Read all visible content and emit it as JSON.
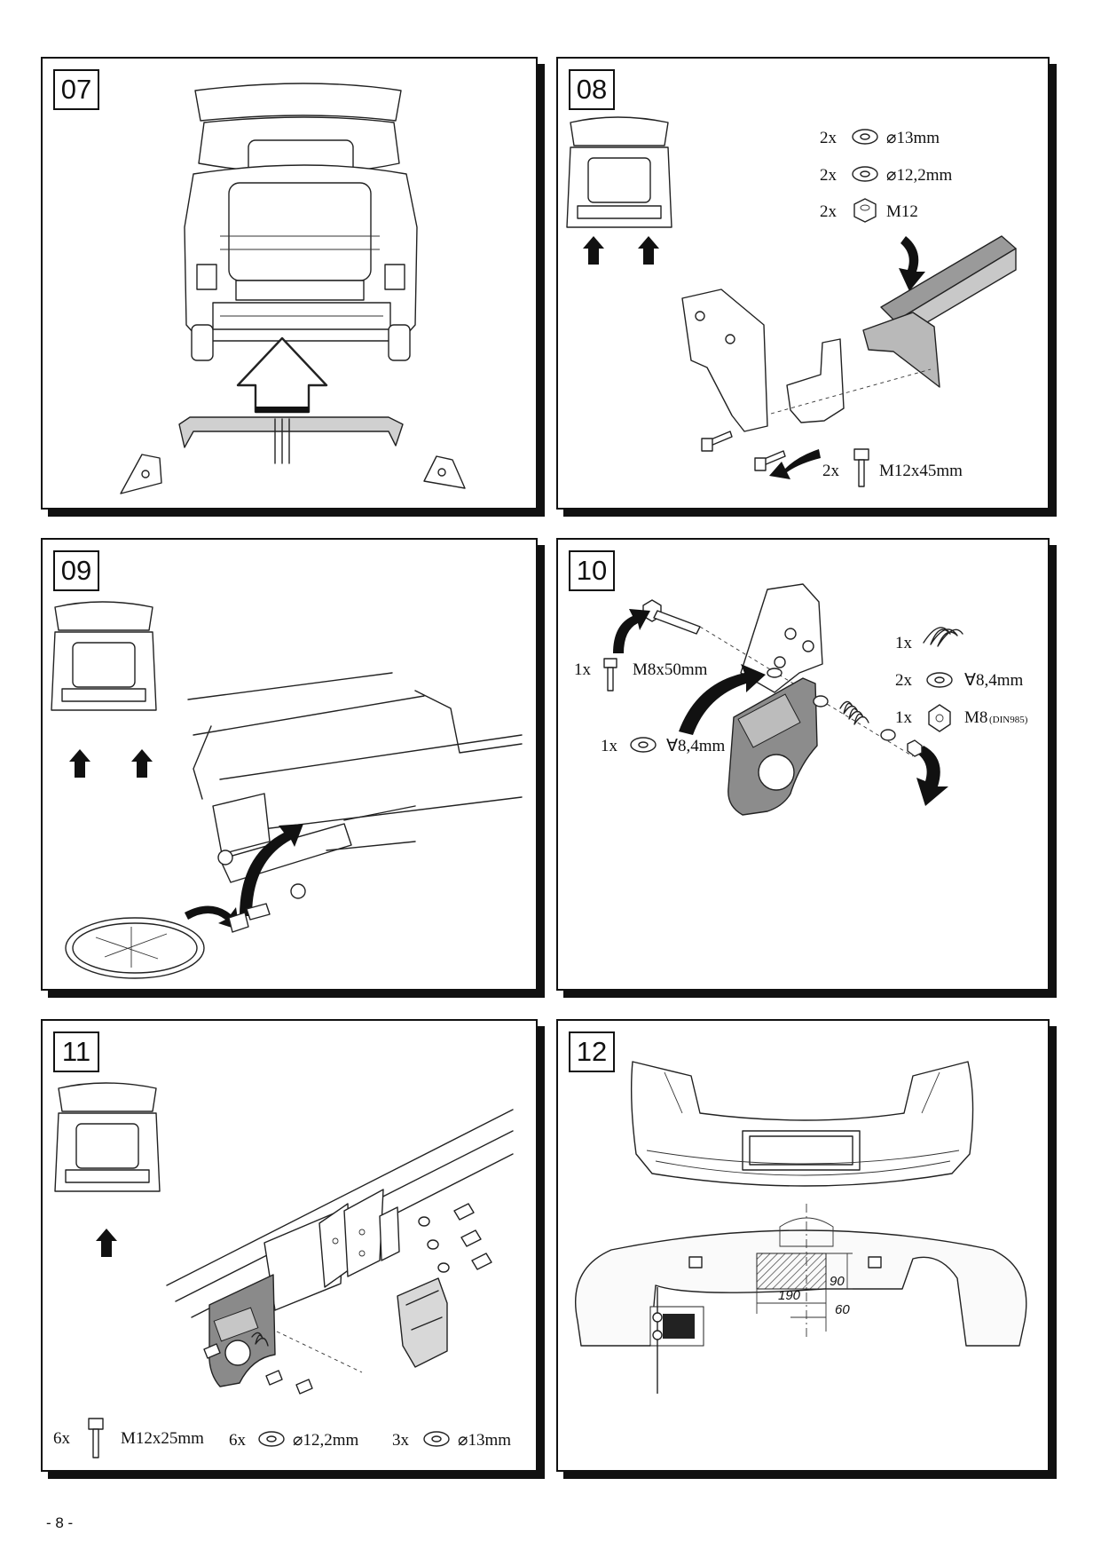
{
  "panels": [
    {
      "number": "07"
    },
    {
      "number": "08",
      "parts": [
        {
          "qty": "2x",
          "icon": "washer-icon",
          "spec": "⌀13mm"
        },
        {
          "qty": "2x",
          "icon": "spring-washer-icon",
          "spec": "⌀12,2mm"
        },
        {
          "qty": "2x",
          "icon": "nut-icon",
          "spec": "M12"
        },
        {
          "qty": "2x",
          "icon": "bolt-icon",
          "spec": "M12x45mm"
        }
      ]
    },
    {
      "number": "09"
    },
    {
      "number": "10",
      "parts": [
        {
          "qty": "1x",
          "icon": "spring-icon",
          "spec": "",
          "spec_note": ""
        },
        {
          "qty": "2x",
          "icon": "washer-icon",
          "spec": "∀8,4mm",
          "spec_note": ""
        },
        {
          "qty": "1x",
          "icon": "nut-icon",
          "spec": "M8",
          "spec_note": "(DIN985)"
        },
        {
          "qty": "1x",
          "icon": "bolt-icon",
          "spec": "M8x50mm",
          "spec_note": ""
        },
        {
          "qty": "1x",
          "icon": "washer-icon",
          "spec": "∀8,4mm",
          "spec_note": ""
        }
      ]
    },
    {
      "number": "11",
      "parts": [
        {
          "qty": "6x",
          "icon": "bolt-icon",
          "spec": "M12x25mm"
        },
        {
          "qty": "6x",
          "icon": "spring-washer-icon",
          "spec": "⌀12,2mm"
        },
        {
          "qty": "3x",
          "icon": "washer-icon",
          "spec": "⌀13mm"
        }
      ]
    },
    {
      "number": "12",
      "dimensions": [
        "190",
        "90",
        "60"
      ]
    }
  ],
  "page_number": "- 8 -"
}
